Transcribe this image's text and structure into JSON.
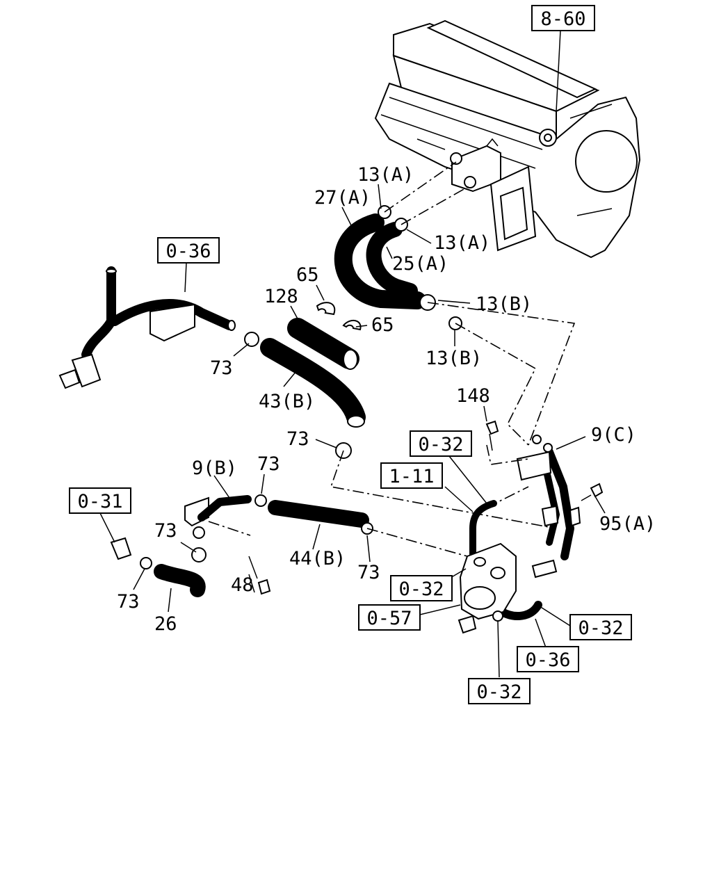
{
  "refs": {
    "r_860": "8-60",
    "r_036_a": "0-36",
    "r_032_a": "0-32",
    "r_111": "1-11",
    "r_031": "0-31",
    "r_032_b": "0-32",
    "r_057": "0-57",
    "r_032_c": "0-32",
    "r_036_b": "0-36",
    "r_032_d": "0-32"
  },
  "callouts": {
    "c13a_top": "13(A)",
    "c27a": "27(A)",
    "c13a_right": "13(A)",
    "c25a": "25(A)",
    "c65_a": "65",
    "c128": "128",
    "c13b_top": "13(B)",
    "c65_b": "65",
    "c13b_low": "13(B)",
    "c73_a": "73",
    "c43b": "43(B)",
    "c148": "148",
    "c9c": "9(C)",
    "c73_b": "73",
    "c9b": "9(B)",
    "c73_c": "73",
    "c95a": "95(A)",
    "c73_d": "73",
    "c44b": "44(B)",
    "c73_e": "73",
    "c48": "48",
    "c73_f": "73",
    "c26": "26"
  }
}
